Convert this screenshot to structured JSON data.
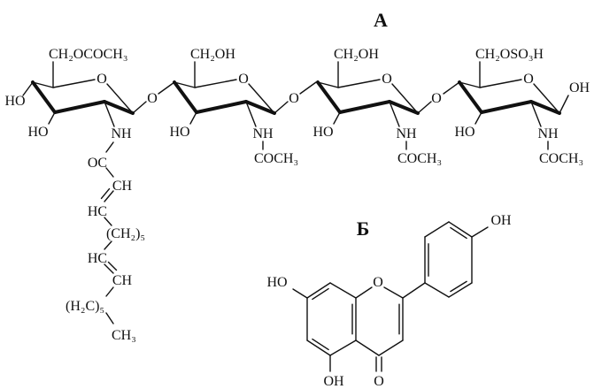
{
  "panels": {
    "a": {
      "title": "А",
      "rings": [
        {
          "ch2_group": "CH₂OCOCH₃",
          "ring_o": "O",
          "ho_c3": "HO",
          "nh": "NH",
          "ho_c4": "HO",
          "glyco_o": "O"
        },
        {
          "ch2_group": "CH₂OH",
          "ring_o": "O",
          "ho_c3": "HO",
          "nh": "NH",
          "acyl": "COCH₃",
          "glyco_o": "O"
        },
        {
          "ch2_group": "CH₂OH",
          "ring_o": "O",
          "ho_c3": "HO",
          "nh": "NH",
          "acyl": "COCH₃",
          "glyco_o": "O"
        },
        {
          "ch2_group": "CH₂OSO₃H",
          "ring_o": "O",
          "ho_c3": "HO",
          "nh": "NH",
          "acyl": "COCH₃",
          "oh_c1": "OH"
        }
      ],
      "fatty_chain": [
        "OC",
        "CH",
        "HC",
        "(CH₂)₅",
        "HC",
        "CH",
        "(H₂C)₅",
        "CH₃"
      ]
    },
    "b": {
      "title": "Б",
      "labels": {
        "ho_7": "HO",
        "o_ring": "O",
        "oh_4prime": "OH",
        "oh_5": "OH",
        "o_carbonyl": "O"
      }
    }
  }
}
